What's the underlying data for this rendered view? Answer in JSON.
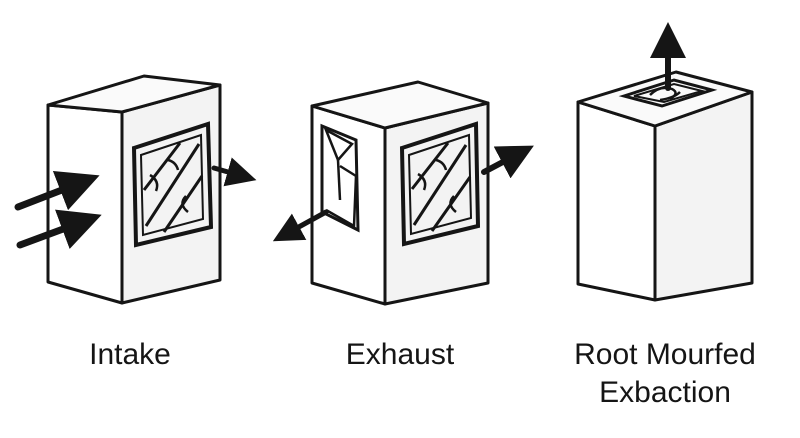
{
  "diagram": {
    "panels": [
      {
        "id": "intake",
        "caption": "Intake"
      },
      {
        "id": "exhaust",
        "caption": "Exhaust"
      },
      {
        "id": "roof",
        "caption_line1": "Root Mourfed",
        "caption_line2": "Exbaction"
      }
    ]
  },
  "colors": {
    "ink": "#151515",
    "face": "#ffffff",
    "side": "#f3f3f3",
    "top": "#fafafa"
  },
  "icons": [
    "box-icon",
    "fan-icon",
    "arrow-icon"
  ]
}
